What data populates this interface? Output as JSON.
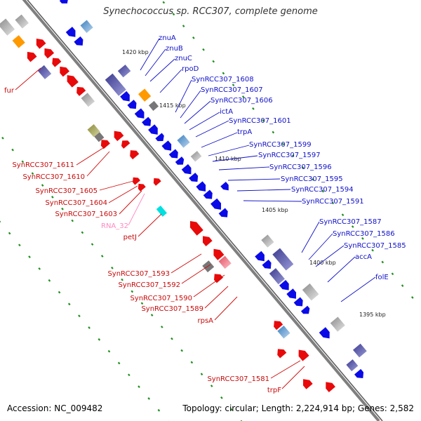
{
  "title": "Synechococcus sp. RCC307, complete genome",
  "accession": "Accession: NC_009482",
  "topology": "Topology: circular; Length: 2,224,914 bp; Genes: 2,582",
  "colors": {
    "forward": "#0a0ae8",
    "reverse": "#e80a0a",
    "rna": "#ff88c0",
    "trna": "#00e0e0",
    "backbone": "#7f7f7f",
    "tick": "#1e8f1e",
    "other_gray": "#777777",
    "orange": "#ff9900"
  },
  "ruler": [
    "1420 kbp",
    "1415 kbp",
    "1410 kbp",
    "1405 kbp",
    "1400 kbp",
    "1395 kbp"
  ],
  "forward_labels": [
    "znuA",
    "znuB",
    "znuC",
    "rpoD",
    "SynRCC307_1608",
    "SynRCC307_1607",
    "SynRCC307_1606",
    "ictA",
    "SynRCC307_1601",
    "trpA",
    "SynRCC307_1599",
    "SynRCC307_1597",
    "SynRCC307_1596",
    "SynRCC307_1595",
    "SynRCC307_1594",
    "SynRCC307_1591",
    "SynRCC307_1587",
    "SynRCC307_1586",
    "SynRCC307_1585",
    "accA",
    "folE"
  ],
  "reverse_labels": [
    "fur",
    "SynRCC307_1611",
    "SynRCC307_1610",
    "SynRCC307_1605",
    "SynRCC307_1604",
    "SynRCC307_1603",
    "RNA_32",
    "petJ",
    "SynRCC307_1593",
    "SynRCC307_1592",
    "SynRCC307_1590",
    "SynRCC307_1589",
    "rpsA",
    "SynRCC307_1581",
    "trpF"
  ]
}
